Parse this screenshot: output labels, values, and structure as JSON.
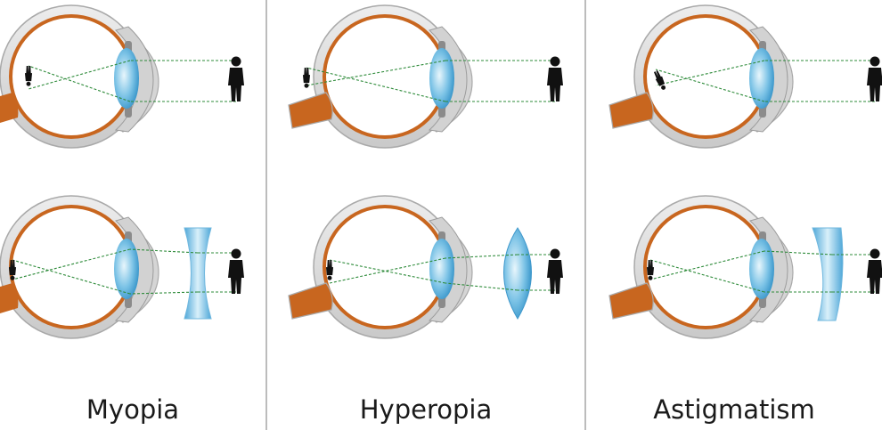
{
  "panels": [
    {
      "label": "Myopia"
    },
    {
      "label": "Hyperopia"
    },
    {
      "label": "Astigmatism"
    }
  ],
  "colors": {
    "background": "#ffffff",
    "divider": "#a6a6a6",
    "sclera": "#dcdcdc",
    "sclera_edge": "#a9a9a9",
    "choroid": "#c8661f",
    "optic_nerve": "#c8661f",
    "lens": "#5ab0dd",
    "corrective_lens": "#8ccbea",
    "light_ray": "#2e8b3a",
    "figure": "#111111",
    "text": "#1a1a1a"
  },
  "icons": [
    "eye-cross-section",
    "human-figure-silhouette",
    "concave-lens",
    "convex-lens",
    "cylindrical-lens"
  ]
}
